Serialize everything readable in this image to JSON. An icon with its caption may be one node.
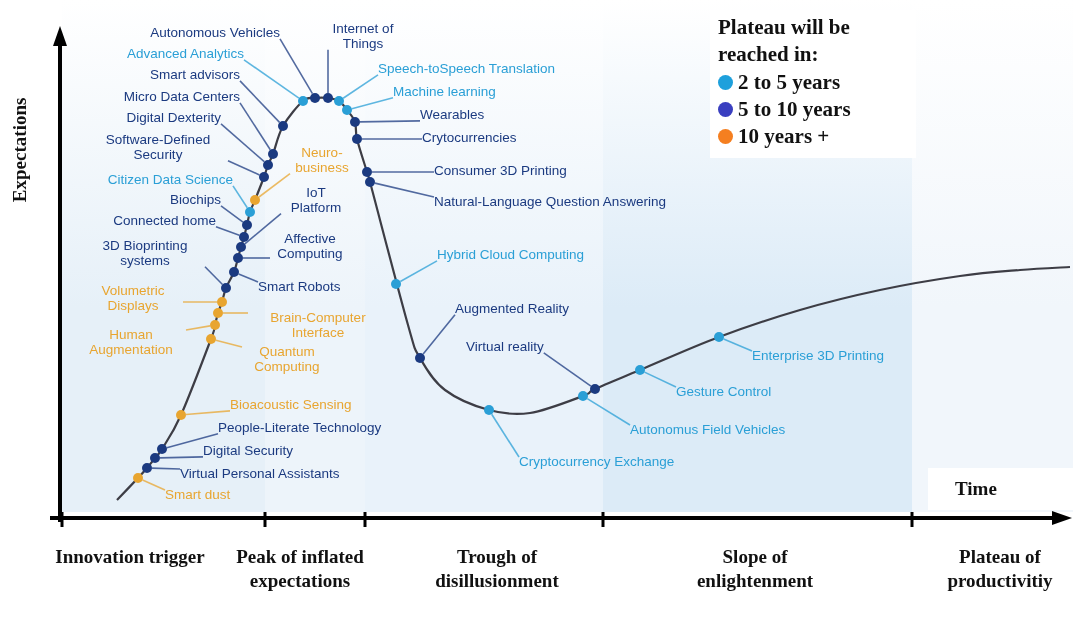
{
  "diagram": {
    "nodes": [
      {
        "text": [
          "Autonomous Vehicles"
        ]
      },
      {
        "text": [
          "Internet of Things"
        ]
      },
      {
        "text": [
          "Advanced Analytics"
        ]
      },
      {
        "text": [
          "Speech-toSpeech Translation"
        ]
      },
      {
        "text": [
          "Smart advisors"
        ]
      },
      {
        "text": [
          "Machine learning"
        ]
      },
      {
        "text": [
          "Micro Data Centers"
        ]
      },
      {
        "text": [
          "Wearables"
        ]
      },
      {
        "text": [
          "Digital Dexterity"
        ]
      },
      {
        "text": [
          "Crytocurrencies"
        ]
      },
      {
        "text": [
          "Software-Defined Security"
        ]
      },
      {
        "text": [
          "Neuro-business"
        ]
      },
      {
        "text": [
          "Consumer 3D Printing"
        ]
      },
      {
        "text": [
          "Citizen Data Science"
        ]
      },
      {
        "text": [
          "Biochips"
        ]
      },
      {
        "text": [
          "IoT Platform"
        ]
      },
      {
        "text": [
          "Natural-Language Question Answering"
        ]
      },
      {
        "text": [
          "Connected home"
        ]
      },
      {
        "text": [
          "Affective Computing"
        ]
      },
      {
        "text": [
          "3D Bioprinting systems"
        ]
      },
      {
        "text": [
          "Hybrid Cloud Computing"
        ]
      },
      {
        "text": [
          "Smart Robots"
        ]
      },
      {
        "text": [
          "Volumetric Displays"
        ]
      },
      {
        "text": [
          "Augmented Reality"
        ]
      },
      {
        "text": [
          "Brain-Computer Interface"
        ]
      },
      {
        "text": [
          "Human Augmentation"
        ]
      },
      {
        "text": [
          "Virtual reality"
        ]
      },
      {
        "text": [
          "Quantum Computing"
        ]
      },
      {
        "text": [
          "Enterprise 3D Printing"
        ]
      },
      {
        "text": [
          "Gesture Control"
        ]
      },
      {
        "text": [
          "Bioacoustic Sensing"
        ]
      },
      {
        "text": [
          "People-Literate Technology"
        ]
      },
      {
        "text": [
          "Autonomus Field Vehicles"
        ]
      },
      {
        "text": [
          "Digital Security"
        ]
      },
      {
        "text": [
          "Cryptocurrency Exchange"
        ]
      },
      {
        "text": [
          "Virtual Personal Assistants"
        ]
      },
      {
        "text": [
          "Smart dust"
        ]
      },
      {
        "text": [],
        "shape": "circle"
      },
      {
        "text": [],
        "shape": "circle"
      },
      {
        "text": [],
        "shape": "circle"
      },
      {
        "text": [],
        "shape": "circle"
      },
      {
        "text": [],
        "shape": "circle"
      },
      {
        "text": [],
        "shape": "circle"
      },
      {
        "text": [],
        "shape": "circle"
      },
      {
        "text": [],
        "shape": "circle"
      },
      {
        "text": [],
        "shape": "circle"
      },
      {
        "text": [],
        "shape": "circle"
      },
      {
        "text": [],
        "shape": "circle"
      },
      {
        "text": [],
        "shape": "circle"
      },
      {
        "text": [],
        "shape": "circle"
      },
      {
        "text": [],
        "shape": "circle"
      },
      {
        "text": [],
        "shape": "circle"
      },
      {
        "text": [],
        "shape": "circle"
      },
      {
        "text": [],
        "shape": "circle"
      },
      {
        "text": [],
        "shape": "circle"
      },
      {
        "text": [],
        "shape": "circle"
      },
      {
        "text": [],
        "shape": "circle"
      },
      {
        "text": [],
        "shape": "circle"
      },
      {
        "text": [],
        "shape": "circle"
      },
      {
        "text": [],
        "shape": "circle"
      },
      {
        "text": [],
        "shape": "circle"
      },
      {
        "text": [],
        "shape": "circle"
      },
      {
        "text": [],
        "shape": "circle"
      },
      {
        "text": [],
        "shape": "circle"
      },
      {
        "text": [],
        "shape": "circle"
      },
      {
        "text": [],
        "shape": "circle"
      },
      {
        "text": [],
        "shape": "circle"
      },
      {
        "text": [],
        "shape": "circle"
      },
      {
        "text": [],
        "shape": "circle"
      },
      {
        "text": [],
        "shape": "circle"
      },
      {
        "text": [],
        "shape": "circle"
      },
      {
        "text": [],
        "shape": "circle"
      },
      {
        "text": [],
        "shape": "circle"
      },
      {
        "text": [],
        "shape": "circle"
      }
    ],
    "edges": [
      {
        "from": 0,
        "to": 59,
        "arrow": "none"
      },
      {
        "from": 1,
        "to": 60,
        "arrow": "none"
      },
      {
        "from": 2,
        "to": 58,
        "arrow": "none",
        "color": "#2a9fd6"
      },
      {
        "from": 3,
        "to": 61,
        "arrow": "none",
        "color": "#2a9fd6"
      },
      {
        "from": 4,
        "to": 57,
        "arrow": "none"
      },
      {
        "from": 5,
        "to": 62,
        "arrow": "none",
        "color": "#2a9fd6"
      },
      {
        "from": 6,
        "to": 56,
        "arrow": "none"
      },
      {
        "from": 7,
        "to": 63,
        "arrow": "none"
      },
      {
        "from": 8,
        "to": 55,
        "arrow": "none"
      },
      {
        "from": 9,
        "to": 64,
        "arrow": "none"
      },
      {
        "from": 10,
        "to": 54,
        "arrow": "none"
      },
      {
        "from": 11,
        "to": 53,
        "arrow": "none",
        "color": "#e8a530"
      },
      {
        "from": 12,
        "to": 65,
        "arrow": "none"
      },
      {
        "from": 13,
        "to": 52,
        "arrow": "none",
        "color": "#2a9fd6"
      },
      {
        "from": 14,
        "to": 51,
        "arrow": "none"
      },
      {
        "from": 15,
        "to": 49,
        "arrow": "none"
      },
      {
        "from": 16,
        "to": 66,
        "arrow": "none"
      },
      {
        "from": 17,
        "to": 50,
        "arrow": "none"
      },
      {
        "from": 18,
        "to": 48,
        "arrow": "none"
      },
      {
        "from": 19,
        "to": 46,
        "arrow": "none"
      },
      {
        "from": 20,
        "to": 67,
        "arrow": "none",
        "color": "#2a9fd6"
      },
      {
        "from": 21,
        "to": 47,
        "arrow": "none"
      },
      {
        "from": 22,
        "to": 45,
        "arrow": "none",
        "color": "#e8a530"
      },
      {
        "from": 23,
        "to": 68,
        "arrow": "none"
      },
      {
        "from": 24,
        "to": 44,
        "arrow": "none",
        "color": "#e8a530"
      },
      {
        "from": 25,
        "to": 43,
        "arrow": "none",
        "color": "#e8a530"
      },
      {
        "from": 26,
        "to": 71,
        "arrow": "none"
      },
      {
        "from": 27,
        "to": 42,
        "arrow": "none",
        "color": "#e8a530"
      },
      {
        "from": 28,
        "to": 73,
        "arrow": "none",
        "color": "#2a9fd6"
      },
      {
        "from": 29,
        "to": 72,
        "arrow": "none",
        "color": "#2a9fd6"
      },
      {
        "from": 30,
        "to": 41,
        "arrow": "none",
        "color": "#e8a530"
      },
      {
        "from": 31,
        "to": 40,
        "arrow": "none"
      },
      {
        "from": 32,
        "to": 70,
        "arrow": "none",
        "color": "#2a9fd6"
      },
      {
        "from": 33,
        "to": 39,
        "arrow": "none"
      },
      {
        "from": 34,
        "to": 69,
        "arrow": "none",
        "color": "#2a9fd6"
      },
      {
        "from": 35,
        "to": 38,
        "arrow": "none"
      },
      {
        "from": 36,
        "to": 37,
        "arrow": "none",
        "color": "#e8a530"
      }
    ],
    "labels": [
      "Plateau will be reached in:",
      "Expectations",
      "Time",
      "Innovation trigger",
      "Peak of inflated expectations",
      "Trough of disillusionment",
      "Slope of enlightenment",
      "Plateau of productivitiy"
    ],
    "legend": [
      {
        "text": "2 to 5 years",
        "color": "#1ea0dc"
      },
      {
        "text": "5 to 10 years",
        "color": "#3a3fc0"
      },
      {
        "text": "10 years +",
        "color": "#f57f20"
      }
    ]
  }
}
